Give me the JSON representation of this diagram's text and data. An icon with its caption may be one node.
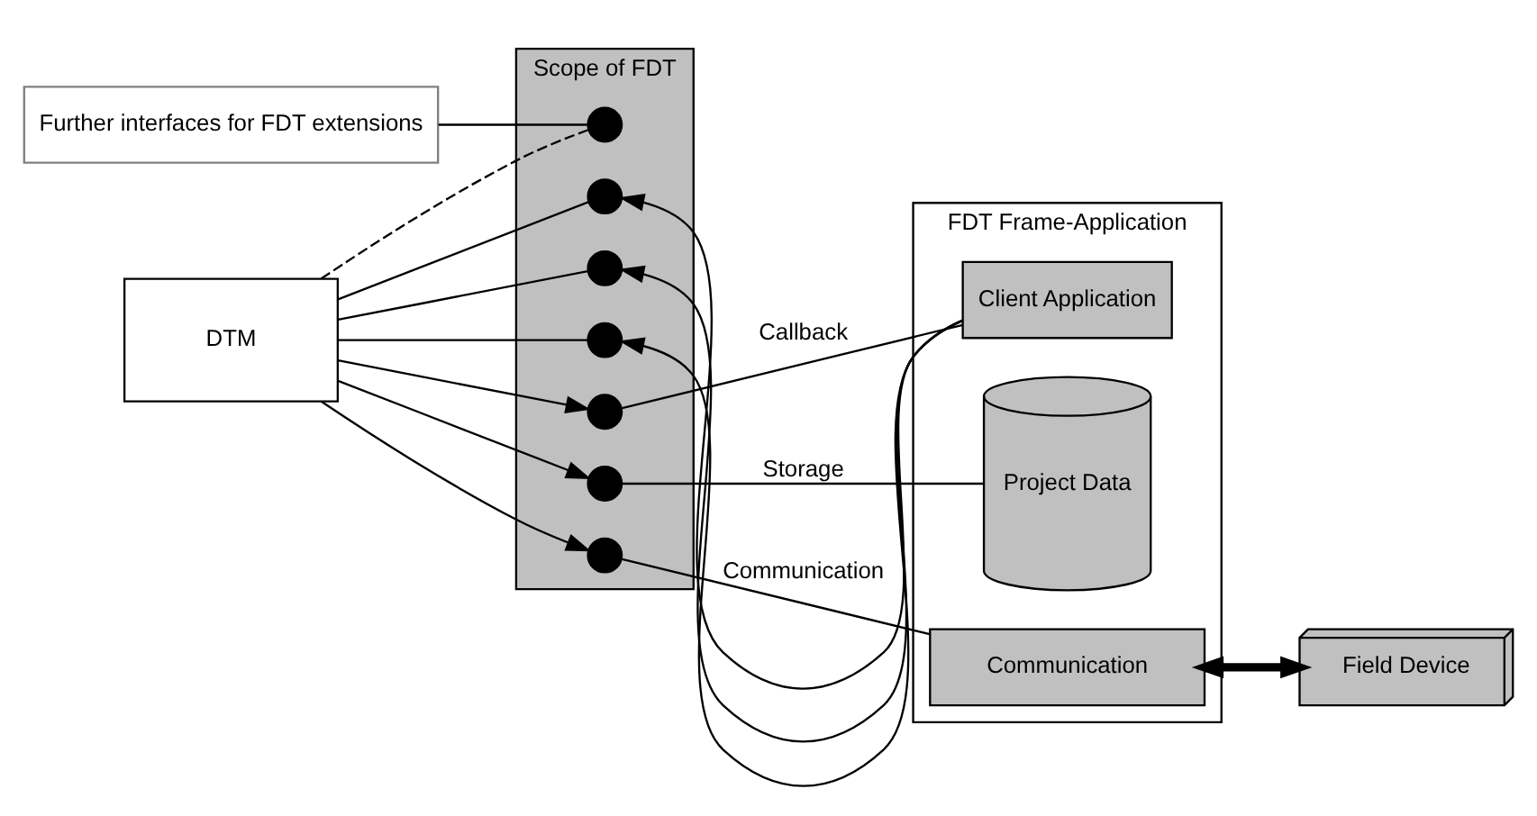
{
  "diagram": {
    "nodes": [
      {
        "text": [
          "Further interfaces for FDT extensions"
        ]
      },
      {
        "text": [
          "Scope of FDT"
        ]
      },
      {
        "text": [],
        "shape": "circle",
        "in": 1
      },
      {
        "text": [],
        "shape": "circle",
        "in": 1
      },
      {
        "text": [],
        "shape": "circle",
        "in": 1
      },
      {
        "text": [],
        "shape": "circle",
        "in": 1
      },
      {
        "text": [],
        "shape": "circle",
        "in": 1
      },
      {
        "text": [],
        "shape": "circle",
        "in": 1
      },
      {
        "text": [],
        "shape": "circle",
        "in": 1
      },
      {
        "text": [
          "DTM"
        ]
      },
      {
        "text": [
          "FDT Frame-Application"
        ]
      },
      {
        "text": [
          "Client Application"
        ],
        "in": 10
      },
      {
        "text": [
          "Project Data"
        ],
        "in": 10
      },
      {
        "text": [
          "Communication"
        ],
        "in": 10
      },
      {
        "text": [
          "Field Device"
        ]
      }
    ],
    "edges": [
      {
        "from": 0,
        "to": 2,
        "arrow": "none"
      },
      {
        "from": 9,
        "to": 2,
        "arrow": "none",
        "style": "dashed"
      },
      {
        "from": 9,
        "to": 3,
        "arrow": "none"
      },
      {
        "from": 11,
        "to": 3,
        "arrow": "to"
      },
      {
        "from": 9,
        "to": 4,
        "arrow": "none"
      },
      {
        "from": 11,
        "to": 4,
        "arrow": "to"
      },
      {
        "from": 9,
        "to": 5,
        "arrow": "none"
      },
      {
        "from": 11,
        "to": 5,
        "arrow": "to"
      },
      {
        "from": 9,
        "to": 6,
        "arrow": "to"
      },
      {
        "from": 6,
        "to": 11,
        "arrow": "none",
        "label": "Callback"
      },
      {
        "from": 9,
        "to": 7,
        "arrow": "to"
      },
      {
        "from": 7,
        "to": 12,
        "arrow": "none",
        "label": "Storage"
      },
      {
        "from": 9,
        "to": 8,
        "arrow": "to"
      },
      {
        "from": 8,
        "to": 13,
        "arrow": "none",
        "label": "Communication"
      },
      {
        "from": 13,
        "to": 14,
        "arrow": "both",
        "style": "thick"
      }
    ]
  }
}
